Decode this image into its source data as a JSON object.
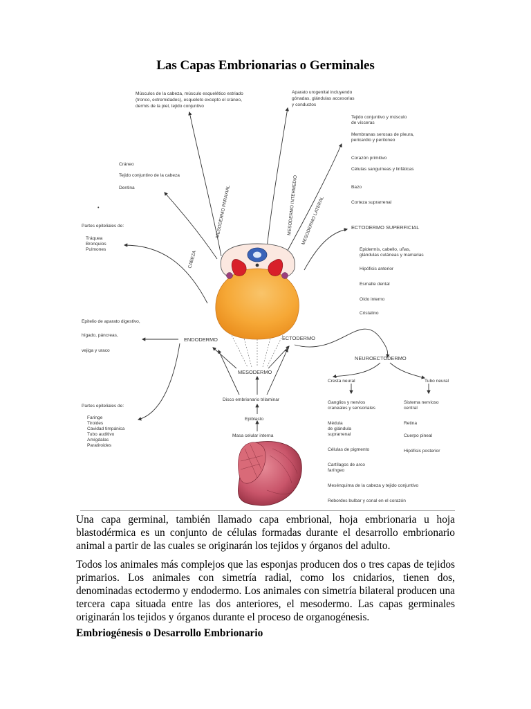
{
  "title": "Las Capas Embrionarias o Germinales",
  "figure": {
    "top_left_text": [
      "Músculos de la cabeza, músculo esquelético estriado",
      "(tronco, extremidades), esqueleto excepto el cráneo,",
      "dermis de la piel, tejido conjuntivo"
    ],
    "top_center_text": [
      "Aparato urogenital incluyendo",
      "gónadas, glándulas accesorias",
      "y conductos"
    ],
    "right_upper_text": [
      "Tejido conjuntivo y músculo",
      "de vísceras",
      "Membranas serosas de pleura,",
      "pericardio y peritoneo",
      "Corazón primitivo",
      "Células sanguíneas y linfáticas",
      "Bazo",
      "Corteza suprarrenal"
    ],
    "left_head_text": [
      "Cráneo",
      "Tejido conjuntivo de la cabeza",
      "Dentina"
    ],
    "arrow_labels": {
      "cabeza": "CABEZA",
      "paraxial": "MESODERMO PARAXIAL",
      "intermedio": "MESODERMO INTERMEDIO",
      "lateral": "MESODERMO LATERAL"
    },
    "left_resp_header": "Partes epiteliales de:",
    "left_resp_items": [
      "Tráquea",
      "Bronquios",
      "Pulmones"
    ],
    "left_digestive_text": [
      "Epitelio de aparato digestivo,",
      "hígado, páncreas,",
      "vejiga y uraco"
    ],
    "left_pharynx_header": "Partes epiteliales de:",
    "left_pharynx_items": [
      "Faringe",
      "Tiroides",
      "Cavidad timpánica",
      "Tubo auditivo",
      "Amígdalas",
      "Paratiroides"
    ],
    "layers": {
      "endodermo": "ENDODERMO",
      "ectodermo": "ECTODERMO",
      "mesodermo": "MESODERMO",
      "disco": "Disco embrionario trilaminar",
      "epiblasto": "Epiblasto",
      "masa": "Masa celular interna"
    },
    "ectodermo_superficial": {
      "header": "ECTODERMO SUPERFICIAL",
      "items": [
        "Epidermis, cabello, uñas,",
        "glándulas cutáneas y mamarias",
        "Hipófisis anterior",
        "Esmalte dental",
        "Oído interno",
        "Cristalino"
      ]
    },
    "neuroectodermo": {
      "header": "NEUROECTODERMO",
      "cresta_label": "Cresta neural",
      "tubo_label": "Tubo neural",
      "cresta_items": [
        "Ganglios y nervios",
        "craneales y sensoriales",
        "Médula",
        "de glándula",
        "suprarrenal",
        "Células de pigmento",
        "Cartílagos de arco",
        "faríngeo",
        "Mesénquima de la cabeza y tejido conjuntivo",
        "Rebordes bulbar y conal en el corazón"
      ],
      "tubo_items": [
        "Sistema nervioso",
        "central",
        "Retina",
        "Cuerpo pineal",
        "Hipófisis posterior"
      ]
    },
    "stray_mark": "•",
    "colors": {
      "endoderm_fill": "#f6a836",
      "mesoderm_red": "#d8202a",
      "neural_blue": "#3a63b8",
      "ectoderm_purple": "#9c3f7d",
      "blastocyst_red": "#c9556a"
    }
  },
  "paragraphs": [
    "Una capa germinal, también llamado capa embrional, hoja embrionaria u hoja blastodérmica es un conjunto de células formadas durante el desarrollo embrionario animal a partir de las cuales se originarán los tejidos y órganos del adulto.",
    "Todos los animales más complejos que las esponjas producen dos o tres capas de tejidos primarios. Los animales con simetría radial, como los cnidarios, tienen dos, denominadas ectodermo y endodermo. Los animales con simetría bilateral producen una tercera capa situada entre las dos anteriores, el mesodermo. Las capas germinales originarán los tejidos y órganos durante el proceso de organogénesis."
  ],
  "subheading": "Embriogénesis o Desarrollo Embrionario"
}
